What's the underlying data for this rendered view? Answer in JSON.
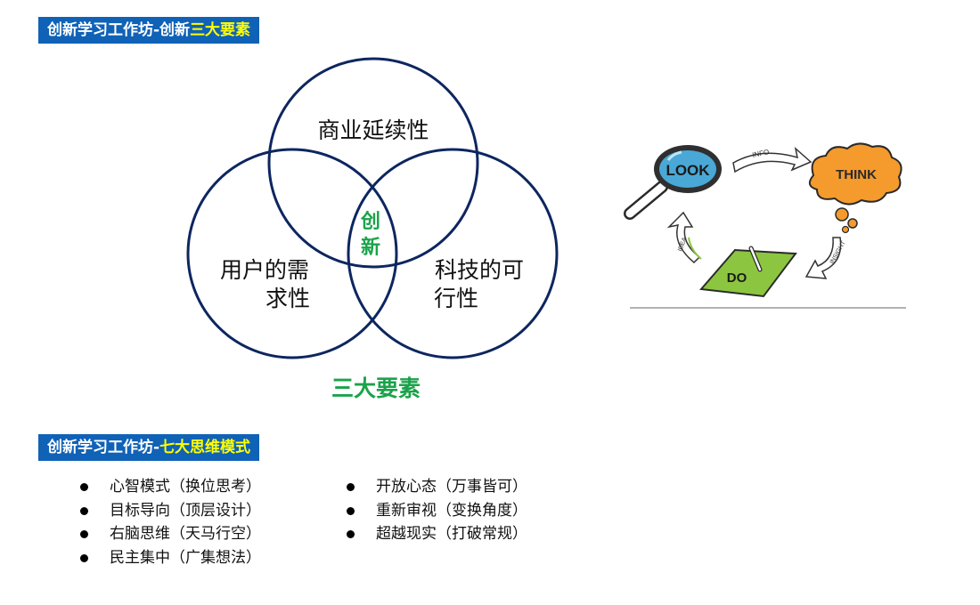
{
  "section1": {
    "title_prefix": "创新学习工作坊-创新",
    "title_accent": "三大要素"
  },
  "venn": {
    "top": "商业延续性",
    "left_line1": "用户的需",
    "left_line2": "求性",
    "right_line1": "科技的可",
    "right_line2": "行性",
    "center_line1": "创",
    "center_line2": "新",
    "caption": "三大要素",
    "circle_color": "#0d2660",
    "accent_color": "#1aa34a"
  },
  "cycle": {
    "look": "LOOK",
    "think": "THINK",
    "do": "DO",
    "info": "INFO",
    "insight": "INSIGHT",
    "idea": "IDEA"
  },
  "section2": {
    "title_prefix": "创新学习工作坊-",
    "title_accent": "七大思维模式"
  },
  "modes_left": [
    "心智模式（换位思考）",
    "目标导向（顶层设计）",
    "右脑思维（天马行空）",
    "民主集中（广集想法）"
  ],
  "modes_right": [
    "开放心态（万事皆可）",
    "重新审视（变换角度）",
    "超越现实（打破常规）"
  ]
}
